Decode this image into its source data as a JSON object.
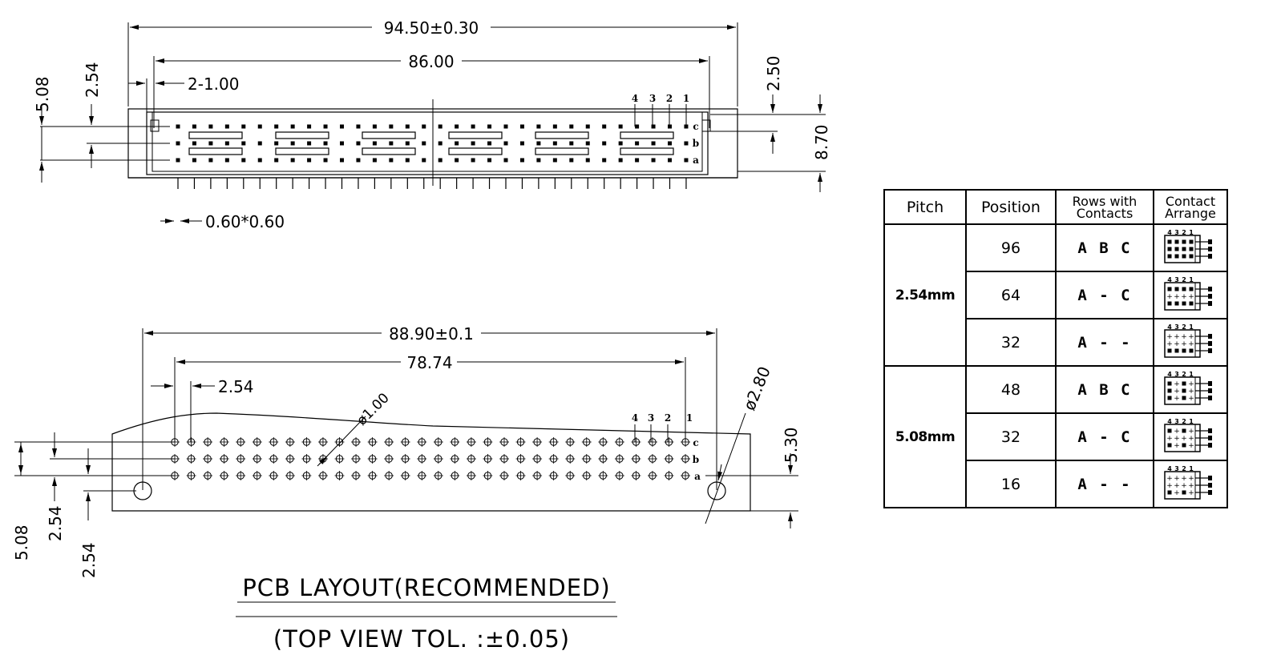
{
  "top_view": {
    "overall_width": "94.50±0.30",
    "pin_span": "86.00",
    "slot_width": "2-1.00",
    "row_spacing": "2.54",
    "outer_spacing": "5.08",
    "right_offset": "2.50",
    "height": "8.70",
    "pin_size": "0.60*0.60",
    "pin_numbers": [
      "4",
      "3",
      "2",
      "1"
    ],
    "row_letters": [
      "c",
      "b",
      "a"
    ]
  },
  "pcb_view": {
    "hole_span": "88.90±0.1",
    "pin_span": "78.74",
    "pitch": "2.54",
    "pin_hole": "ø1.00",
    "mount_hole": "ø2.80",
    "edge_offset": "5.30",
    "left_dims": [
      "5.08",
      "2.54",
      "2.54"
    ],
    "pin_numbers": [
      "4",
      "3",
      "2",
      "1"
    ],
    "row_letters": [
      "c",
      "b",
      "a"
    ]
  },
  "caption": {
    "line1": "PCB LAYOUT(RECOMMENDED)",
    "line2": "(TOP VIEW TOL. :±0.05)"
  },
  "table": {
    "headers": {
      "pitch": "Pitch",
      "position": "Position",
      "rows_line1": "Rows with",
      "rows_line2": "Contacts",
      "contact_line1": "Contact",
      "contact_line2": "Arrange"
    },
    "groups": [
      {
        "pitch": "2.54mm",
        "rows": [
          {
            "position": "96",
            "contacts": "A B C"
          },
          {
            "position": "64",
            "contacts": "A - C"
          },
          {
            "position": "32",
            "contacts": "A - -"
          }
        ]
      },
      {
        "pitch": "5.08mm",
        "rows": [
          {
            "position": "48",
            "contacts": "A B C"
          },
          {
            "position": "32",
            "contacts": "A - C"
          },
          {
            "position": "16",
            "contacts": "A - -"
          }
        ]
      }
    ],
    "arrange_pins": [
      "4",
      "3",
      "2",
      "1"
    ]
  }
}
